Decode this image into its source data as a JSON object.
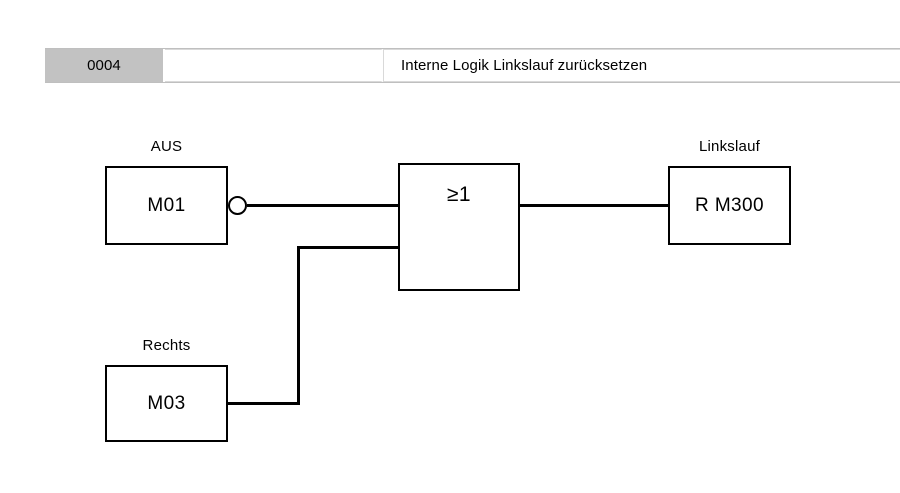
{
  "header": {
    "number": "0004",
    "blank": "",
    "title": "Interne Logik Linkslauf zurücksetzen"
  },
  "diagram": {
    "type": "function-block-diagram",
    "blocks": [
      {
        "id": "m01",
        "tag": "AUS",
        "label": "M01",
        "role": "input",
        "output_inverted": true
      },
      {
        "id": "or",
        "tag": "",
        "label": "≥1",
        "role": "gate",
        "gate_type": "OR",
        "inputs": 2
      },
      {
        "id": "out",
        "tag": "Linkslauf",
        "label": "R M300",
        "role": "output",
        "output_inverted": false
      },
      {
        "id": "m03",
        "tag": "Rechts",
        "label": "M03",
        "role": "input",
        "output_inverted": false
      }
    ],
    "connections": [
      {
        "from": "m01",
        "to": "or",
        "to_input": 1,
        "inverted": true
      },
      {
        "from": "m03",
        "to": "or",
        "to_input": 2,
        "inverted": false
      },
      {
        "from": "or",
        "to": "out",
        "to_input": 1,
        "inverted": false
      }
    ]
  },
  "colors": {
    "line": "#000000",
    "block_fill": "#ffffff",
    "header_number_bg": "#c2c2c2",
    "header_cell_border": "#d9d9d9",
    "page_bg": "#ffffff"
  }
}
